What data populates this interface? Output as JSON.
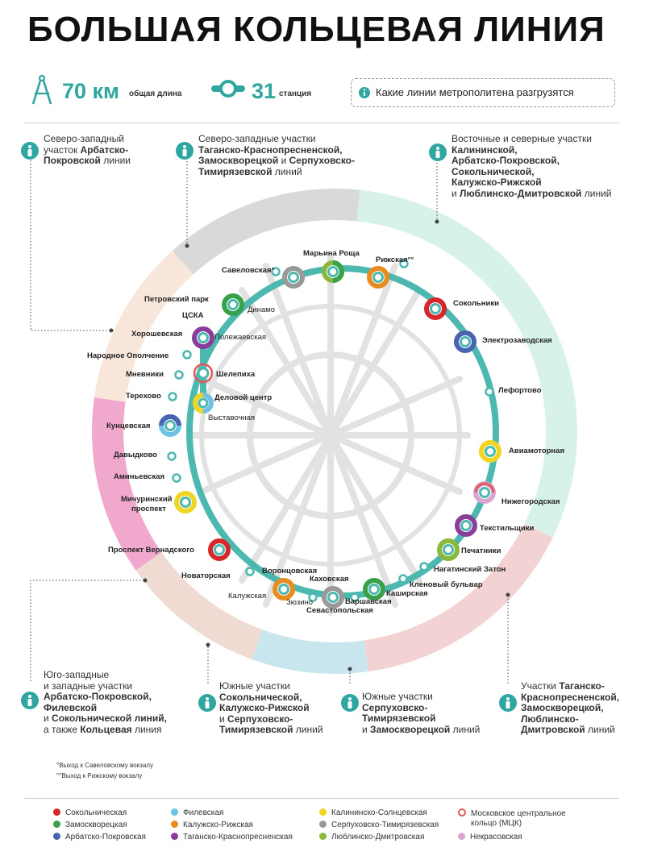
{
  "header": {
    "title": "БОЛЬШАЯ КОЛЬЦЕВАЯ ЛИНИЯ",
    "length_value": "70 км",
    "length_label": "общая длина",
    "stations_value": "31",
    "stations_label": "станция",
    "info_link": "Какие линии метрополитена разгрузятся"
  },
  "zones": {
    "nw_arbat": [
      "Северо-западный",
      "участок <b>Арбатско-</b>",
      "<b>Покровской</b> линии"
    ],
    "nw_multi": [
      "Северо-западные участки",
      "<b>Таганско-Краснопресненской,</b>",
      "<b>Замоскворецкой</b> и <b>Серпуховско-</b>",
      "<b>Тимирязевской</b> линий"
    ],
    "east_north": [
      "Восточные и северные участки",
      "<b>Калининской,</b>",
      "<b>Арбатско-Покровской,</b>",
      "<b>Сокольнической,</b>",
      "<b>Калужско-Рижской</b>",
      "и <b>Люблинско-Дмитровской</b> линий"
    ],
    "southwest": [
      "Юго-западные",
      "и западные участки",
      "<b>Арбатско-Покровской,</b>",
      "<b>Филевской</b>",
      "и <b>Сокольнической линий,</b>",
      "а также <b>Кольцевая</b> линия"
    ],
    "south_1": [
      "Южные участки",
      "<b>Сокольнической,</b>",
      "<b>Калужско-Рижской</b>",
      "и <b>Серпуховско-</b>",
      "<b>Тимирязевской</b> линий"
    ],
    "south_2": [
      "Южные участки",
      "<b>Серпуховско-</b>",
      "<b>Тимирязевской</b>",
      "и <b>Замоскворецкой</b> линий"
    ],
    "southeast": [
      "Участки <b>Таганско-</b>",
      "<b>Краснопресненской,</b>",
      "<b>Замоскворецкой,</b>",
      "<b>Люблинско-</b>",
      "<b>Дмитровской</b> линий"
    ]
  },
  "stations": {
    "savelovskaya": "Савеловская",
    "savelovskaya_mark": "°",
    "marina_roshcha": "Марьина Роща",
    "rizhskaya": "Рижская",
    "rizhskaya_mark": "°°",
    "sokolniki": "Сокольники",
    "elektrozavodskaya": "Электрозаводская",
    "lefortovo": "Лефортово",
    "aviamotornaya": "Авиамоторная",
    "nizhegorodskaya": "Нижегородская",
    "tekstilshchiki": "Текстильщики",
    "pechatniki": "Печатники",
    "nagatinsky_zaton": "Нагатинский Затон",
    "klenovy_bulvar": "Кленовый бульвар",
    "kashirskaya": "Каширская",
    "varshavskaya": "Варшавская",
    "kakhovskaya": "Каховская",
    "sevastopolskaya": "Севастопольская",
    "zyuzino": "Зюзино",
    "vorontsovskaya": "Воронцовская",
    "kaluzhskaya": "Калужская",
    "novatorskaya": "Новаторская",
    "prospekt_vernadskogo": "Проспект Вернадского",
    "michurinsky_1": "Мичуринский",
    "michurinsky_2": "проспект",
    "aminyevskaya": "Аминьевская",
    "davydkovo": "Давыдково",
    "kuntsevskaya": "Кунцевская",
    "terekhovo": "Терехово",
    "mnevniki": "Мневники",
    "narodnoe_opolchenie": "Народное Ополчение",
    "khoroshevskaya": "Хорошевская",
    "tsska": "ЦСКА",
    "polezhaevskaya": "Полежаевская",
    "petrovsky_park": "Петровский парк",
    "dinamo": "Динамо",
    "shelepikha": "Шелепиха",
    "delovoy_tsentr": "Деловой центр",
    "vystavochnaya": "Выставочная"
  },
  "footnotes": [
    "°Выход к Савеловскому вокзалу",
    "°°Выход к Рижскому вокзалу"
  ],
  "legend": [
    {
      "label": "Сокольническая",
      "color": "#d6272a"
    },
    {
      "label": "Замоскворецкая",
      "color": "#3aa14b"
    },
    {
      "label": "Арбатско-Покровская",
      "color": "#4a63b0"
    },
    {
      "label": "Филевская",
      "color": "#6ec3e4"
    },
    {
      "label": "Калужско-Рижская",
      "color": "#e98b1f"
    },
    {
      "label": "Таганско-Краснопресненская",
      "color": "#8a3e9c"
    },
    {
      "label": "Калининско-Солнцевская",
      "color": "#f1d523"
    },
    {
      "label": "Серпуховско-Тимирязевская",
      "color": "#999999"
    },
    {
      "label": "Люблинско-Дмитровская",
      "color": "#8ab83a"
    },
    {
      "label": "Московское центральное",
      "color": "#e0595a"
    },
    {
      "label": "кольцо (МЦК)",
      "color": "#e0595a"
    },
    {
      "label": "Некрасовская",
      "color": "#d9a6d0"
    }
  ],
  "colors": {
    "accent": "#2fa6a0",
    "ring": "#4cb8b0",
    "zone_east": "#d7f2e8",
    "zone_north": "#d9d9d9",
    "zone_west": "#f8e6da",
    "zone_southwest": "#f0a9cc",
    "zone_south": "#f0dbd2",
    "zone_south2": "#c9e6ef",
    "zone_southeast": "#f3d2d3"
  },
  "icons": [
    "compass-icon",
    "station-icon",
    "info-icon",
    "person-icon"
  ]
}
